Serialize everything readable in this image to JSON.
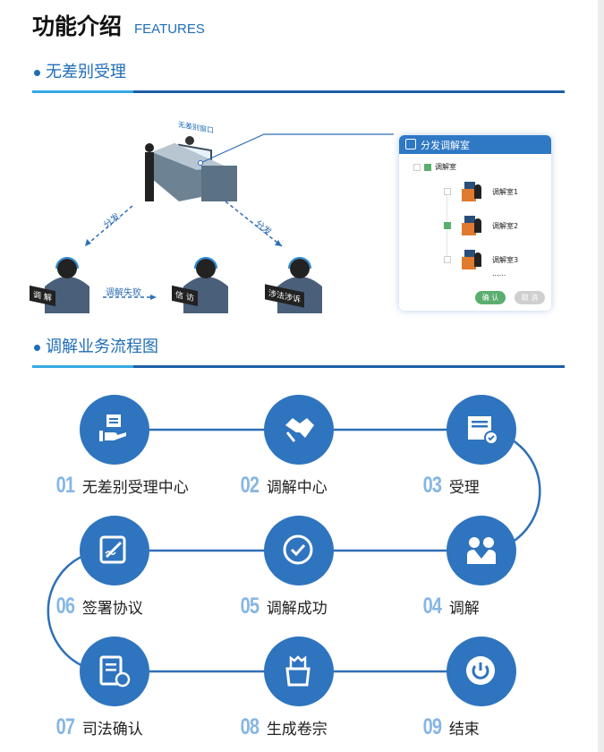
{
  "header": {
    "title": "功能介绍",
    "title_en": "FEATURES"
  },
  "section1": {
    "title": "无差别受理",
    "illustration": {
      "window_sign": "无差别窗口",
      "dispatch_left": "分发",
      "dispatch_right": "分发",
      "fail_label": "调解失败",
      "agents": [
        "调 解",
        "信 访",
        "涉法涉诉"
      ]
    },
    "dialog": {
      "title": "分发调解室",
      "root": "调解室",
      "rooms": [
        {
          "label": "调解室1",
          "checked": false
        },
        {
          "label": "调解室2",
          "checked": true
        },
        {
          "label": "调解室3",
          "checked": false
        }
      ],
      "more": "......",
      "confirm": "确 认",
      "cancel": "取 消"
    }
  },
  "section2": {
    "title": "调解业务流程图",
    "steps": [
      {
        "num": "01",
        "label": "无差别受理中心",
        "icon": "hand-document-icon"
      },
      {
        "num": "02",
        "label": "调解中心",
        "icon": "handshake-icon"
      },
      {
        "num": "03",
        "label": "受理",
        "icon": "inbox-check-icon"
      },
      {
        "num": "04",
        "label": "调解",
        "icon": "people-icon"
      },
      {
        "num": "05",
        "label": "调解成功",
        "icon": "check-circle-icon"
      },
      {
        "num": "06",
        "label": "签署协议",
        "icon": "sign-icon"
      },
      {
        "num": "07",
        "label": "司法确认",
        "icon": "document-seal-icon"
      },
      {
        "num": "08",
        "label": "生成卷宗",
        "icon": "archive-box-icon"
      },
      {
        "num": "09",
        "label": "结束",
        "icon": "power-icon"
      }
    ]
  },
  "colors": {
    "accent": "#1f6db7",
    "circle": "#2f74be",
    "number": "#86b6e4",
    "confirm": "#5aae6e",
    "cancel": "#cfcfcf"
  }
}
